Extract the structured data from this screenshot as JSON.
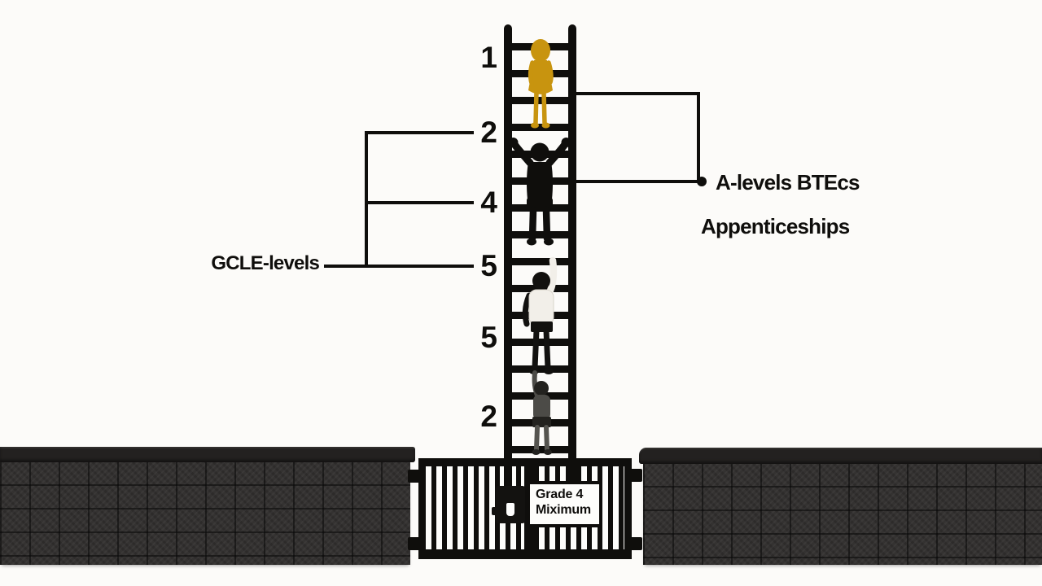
{
  "numbers": [
    "1",
    "2",
    "4",
    "5",
    "5",
    "2"
  ],
  "labels": {
    "gcse": "GCLE-levels",
    "alevels": "A-levels BTEcs",
    "apprenticeships": "Appenticeships"
  },
  "gate_sign": {
    "line1": "Grade 4",
    "line2": "Miximum"
  },
  "ladder": {
    "rung_count": 16
  },
  "figures": [
    {
      "name": "gold-child-figure",
      "color": "#c8940f"
    },
    {
      "name": "black-climber-arms-raised-figure",
      "color": "#0f0e0c"
    },
    {
      "name": "white-shirt-climber-figure",
      "shirt": "#f2efe9",
      "outline": "#d8d4cb",
      "dark": "#12110f"
    },
    {
      "name": "gray-small-climber-figure",
      "body": "#4c4b47",
      "dark": "#23221f",
      "legs": "#55544f"
    }
  ],
  "colors": {
    "ink": "#0f0e0c",
    "wall": "#343231",
    "background": "#fcfbf9"
  }
}
